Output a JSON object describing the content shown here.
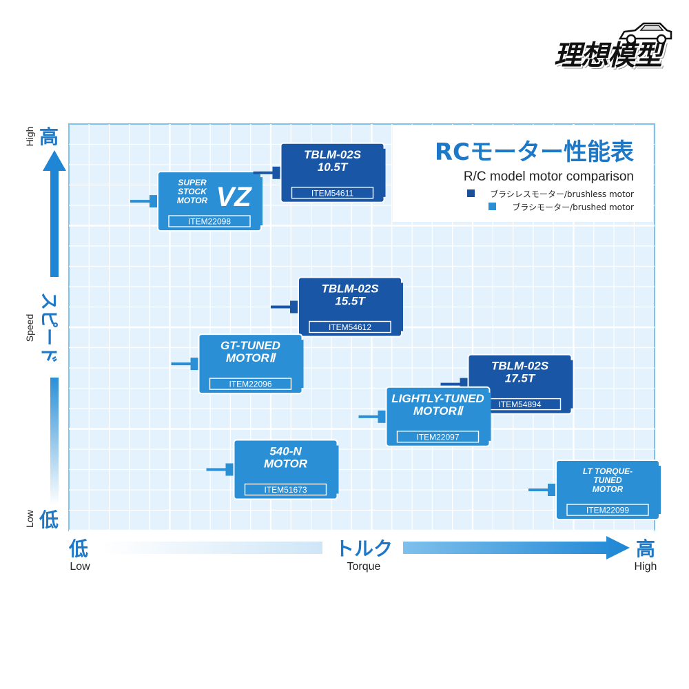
{
  "logo": {
    "text": "理想模型",
    "icon": "car-icon"
  },
  "chart_data": {
    "type": "scatter",
    "title": "RCモーター性能表",
    "subtitle": "R/C model motor comparison",
    "legend": [
      {
        "label": "ブラシレスモーター/brushless motor",
        "color": "#1a4f9c"
      },
      {
        "label": "ブラシモーター/brushed motor",
        "color": "#2b8fd6"
      }
    ],
    "legend_position": "top-right",
    "xlabel": "トルク",
    "xlabel_en": "Torque",
    "x_low": "低",
    "x_low_en": "Low",
    "x_high": "高",
    "x_high_en": "High",
    "ylabel": "スピード",
    "ylabel_en": "Speed",
    "y_low": "低",
    "y_low_en": "Low",
    "y_high": "高",
    "y_high_en": "High",
    "grid": true,
    "xlim": [
      0,
      100
    ],
    "ylim": [
      0,
      100
    ],
    "points": [
      {
        "name": "SUPER STOCK MOTOR VZ",
        "lines": [
          "SUPER",
          "STOCK",
          "MOTOR"
        ],
        "big": "VZ",
        "item": "ITEM22098",
        "type": "brushed",
        "x": 24,
        "y": 81
      },
      {
        "name": "TBLM-02S 10.5T",
        "lines": [
          "TBLM-02S",
          "10.5T"
        ],
        "item": "ITEM54611",
        "type": "brushless",
        "x": 45,
        "y": 88
      },
      {
        "name": "TBLM-02S 15.5T",
        "lines": [
          "TBLM-02S",
          "15.5T"
        ],
        "item": "ITEM54612",
        "type": "brushless",
        "x": 48,
        "y": 55
      },
      {
        "name": "GT-TUNED MOTOR II",
        "lines": [
          "GT-TUNED",
          "MOTORⅡ"
        ],
        "item": "ITEM22096",
        "type": "brushed",
        "x": 31,
        "y": 41
      },
      {
        "name": "TBLM-02S 17.5T",
        "lines": [
          "TBLM-02S",
          "17.5T"
        ],
        "item": "ITEM54894",
        "type": "brushless",
        "x": 77,
        "y": 36
      },
      {
        "name": "LIGHTLY-TUNED MOTOR II",
        "lines": [
          "LIGHTLY-TUNED",
          "MOTORⅡ"
        ],
        "item": "ITEM22097",
        "type": "brushed",
        "x": 63,
        "y": 28
      },
      {
        "name": "540-N MOTOR",
        "lines": [
          "540-N",
          "MOTOR"
        ],
        "item": "ITEM51673",
        "type": "brushed",
        "x": 37,
        "y": 15
      },
      {
        "name": "LT TORQUE-TUNED MOTOR",
        "lines": [
          "LT TORQUE-",
          "TUNED",
          "MOTOR"
        ],
        "item": "ITEM22099",
        "type": "brushed",
        "x": 92,
        "y": 10
      }
    ]
  }
}
